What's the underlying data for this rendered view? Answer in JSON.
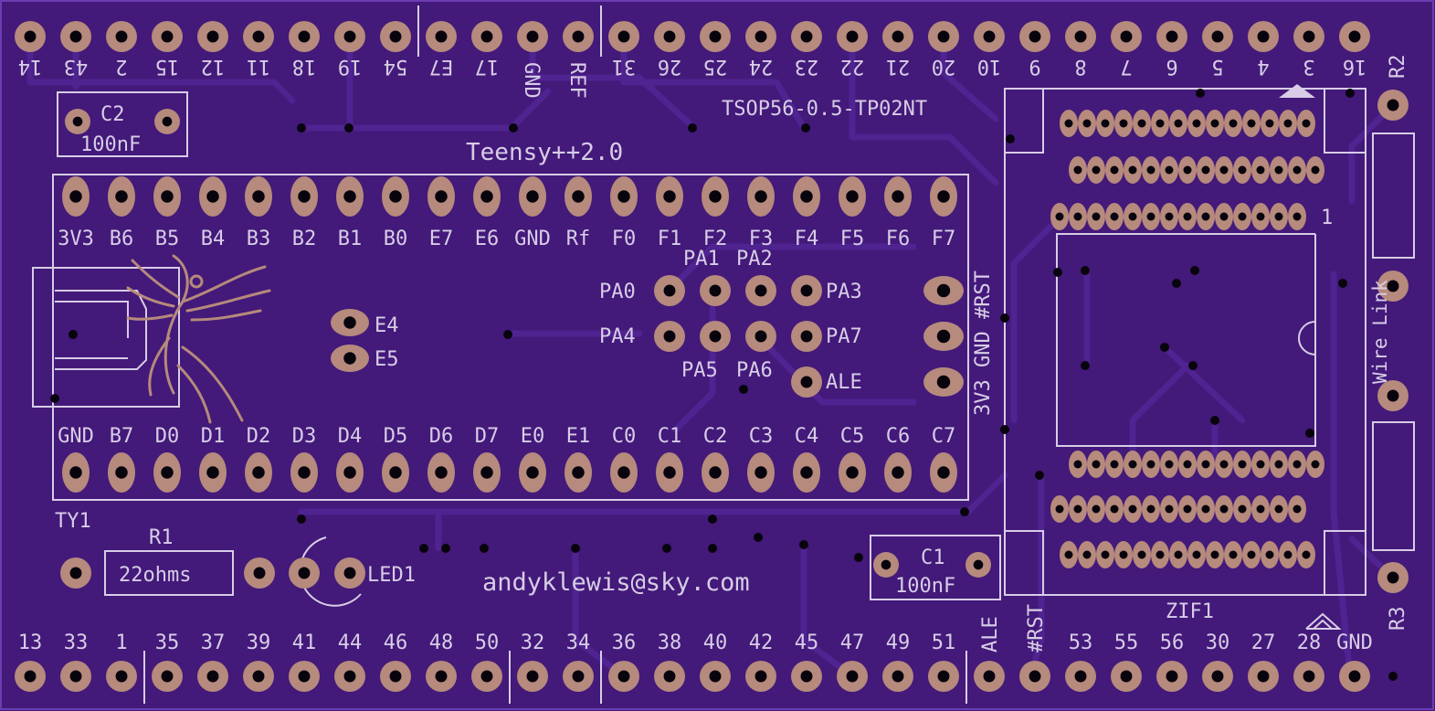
{
  "board": {
    "title": "Teensy++2.0",
    "chip_label": "TSOP56-0.5-TP02NT",
    "email": "andyklewis@sky.com",
    "colors": {
      "board": "#43197a",
      "board_edge": "#6c3cb0",
      "silk": "#d7cde6",
      "copper": "#b68a7c",
      "hole": "#08040d"
    }
  },
  "top_header": [
    "14",
    "43",
    "2",
    "15",
    "12",
    "11",
    "18",
    "19",
    "54",
    "E7",
    "17",
    "GND",
    "REF",
    "31",
    "26",
    "25",
    "24",
    "23",
    "22",
    "21",
    "20",
    "10",
    "9",
    "8",
    "7",
    "6",
    "5",
    "4",
    "3",
    "16"
  ],
  "bottom_header": [
    "13",
    "33",
    "1",
    "35",
    "37",
    "39",
    "41",
    "44",
    "46",
    "48",
    "50",
    "32",
    "34",
    "36",
    "38",
    "40",
    "42",
    "45",
    "47",
    "49",
    "51",
    "ALE",
    "#RST",
    "53",
    "55",
    "56",
    "30",
    "27",
    "28",
    "GND"
  ],
  "teensy": {
    "ref": "TY1",
    "top_row": [
      "3V3",
      "B6",
      "B5",
      "B4",
      "B3",
      "B2",
      "B1",
      "B0",
      "E7",
      "E6",
      "GND",
      "Rf",
      "F0",
      "F1",
      "F2",
      "F3",
      "F4",
      "F5",
      "F6",
      "F7"
    ],
    "bottom_row": [
      "GND",
      "B7",
      "D0",
      "D1",
      "D2",
      "D3",
      "D4",
      "D5",
      "D6",
      "D7",
      "E0",
      "E1",
      "C0",
      "C1",
      "C2",
      "C3",
      "C4",
      "C5",
      "C6",
      "C7"
    ],
    "pads": {
      "e4": "E4",
      "e5": "E5",
      "pa0": "PA0",
      "pa1": "PA1",
      "pa2": "PA2",
      "pa3": "PA3",
      "pa4": "PA4",
      "pa5": "PA5",
      "pa6": "PA6",
      "pa7": "PA7",
      "ale": "ALE",
      "edge": "3V3 GND #RST"
    }
  },
  "components": {
    "c1_ref": "C1",
    "c1_val": "100nF",
    "c2_ref": "C2",
    "c2_val": "100nF",
    "r1_ref": "R1",
    "r1_val": "22ohms",
    "led_ref": "LED1",
    "zif_ref": "ZIF1",
    "zif_pin1": "1",
    "r2_ref": "R2",
    "r3_ref": "R3",
    "wire_link": "Wire Link"
  }
}
